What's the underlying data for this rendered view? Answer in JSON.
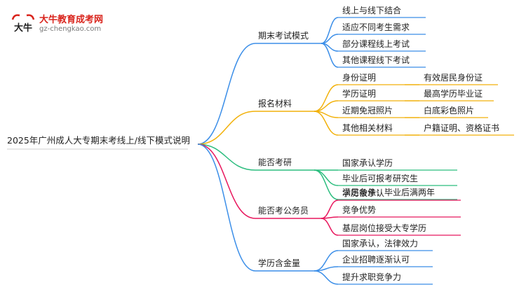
{
  "logo": {
    "glyph": "大牛",
    "name": "大牛教育成考网",
    "url": "gz-chengkao.com"
  },
  "root": "2025年广州成人大专期末考线上/线下模式说明",
  "branches": [
    {
      "label": "期末考试模式",
      "color": "#3b8ee8",
      "leaves": [
        "线上与线下结合",
        "适应不同考生需求",
        "部分课程线上考试",
        "其他课程线下考试"
      ]
    },
    {
      "label": "报名材料",
      "color": "#f2b10a",
      "leaves": [
        "身份证明",
        "学历证明",
        "近期免冠照片",
        "其他相关材料"
      ],
      "details": [
        "有效居民身份证",
        "最高学历毕业证",
        "白底彩色照片",
        "户籍证明、资格证书"
      ]
    },
    {
      "label": "能否考研",
      "color": "#2bbd7e",
      "leaves": [
        "国家承认学历",
        "毕业后可报考研究生",
        "满足条件：毕业后满两年"
      ]
    },
    {
      "label": "能否考公务员",
      "color": "#e8175d",
      "leaves": [
        "学历被承认",
        "竞争优势",
        "基层岗位接受大专学历"
      ]
    },
    {
      "label": "学历含金量",
      "color": "#3b8ee8",
      "leaves": [
        "国家承认，法律效力",
        "企业招聘逐渐认可",
        "提升求职竞争力"
      ]
    }
  ]
}
